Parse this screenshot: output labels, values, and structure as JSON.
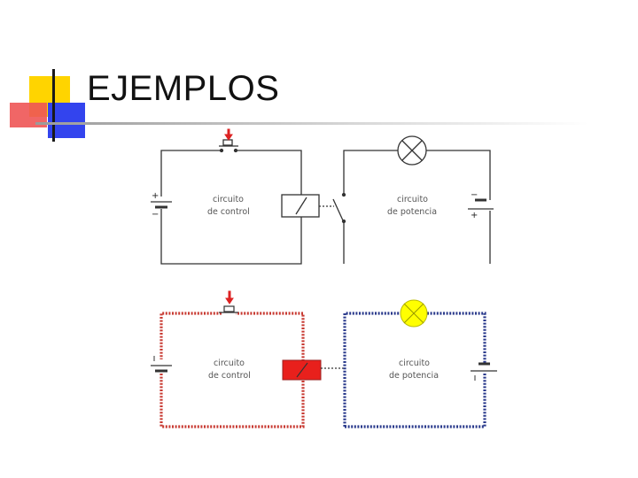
{
  "slide": {
    "title": "EJEMPLOS"
  },
  "colors": {
    "logo_yellow": "#ffd400",
    "logo_blue": "#3344ee",
    "logo_red": "#ee3333",
    "wire": "#333333",
    "control_active": "#c83a32",
    "power_active": "#2a3a8c",
    "relay_active": "#e8201c",
    "lamp_on": "#ffff00"
  },
  "diagram": {
    "top": {
      "control_label": [
        "circuito",
        "de control"
      ],
      "power_label": [
        "circuito",
        "de potencia"
      ],
      "battery_left": {
        "plus": "+",
        "minus": "−"
      },
      "battery_right": {
        "minus": "−",
        "plus": "+"
      }
    },
    "bottom": {
      "control_label": [
        "circuito",
        "de control"
      ],
      "power_label": [
        "circuito",
        "de potencia"
      ]
    }
  }
}
